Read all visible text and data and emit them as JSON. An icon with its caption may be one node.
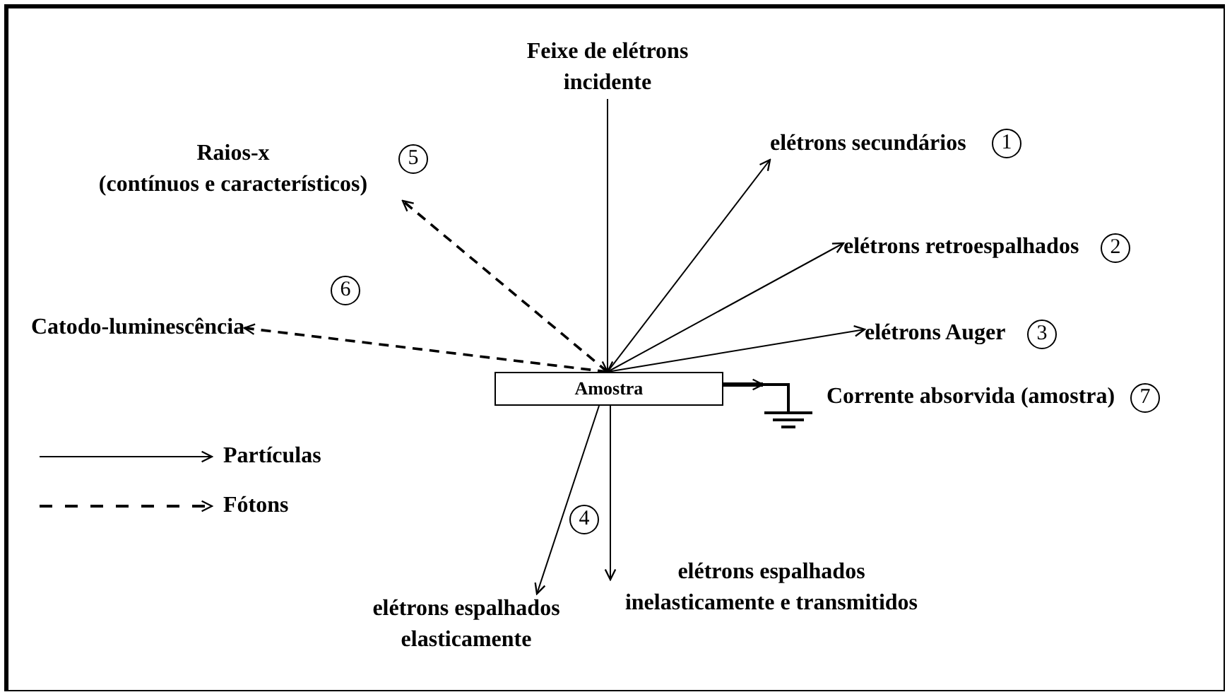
{
  "diagram": {
    "nodes": [
      {
        "text": [
          "Feixe de elétrons incidente"
        ]
      },
      {
        "text": [
          "Amostra"
        ]
      },
      {
        "text": [
          "Raios-x",
          "(contínuos e característicos)"
        ]
      },
      {
        "text": [
          "Catodo-luminescência"
        ]
      },
      {
        "text": [
          "elétrons secundários"
        ]
      },
      {
        "text": [
          "elétrons retroespalhados"
        ]
      },
      {
        "text": [
          "elétrons Auger"
        ]
      },
      {
        "text": [],
        "shape": "ground"
      },
      {
        "text": [
          "Corrente absorvida (amostra)"
        ]
      },
      {
        "text": [
          "elétrons espalhados elasticamente"
        ]
      },
      {
        "text": [
          "elétrons espalhados inelasticamente e transmitidos"
        ]
      },
      {
        "text": [
          "1"
        ]
      },
      {
        "text": [
          "5"
        ]
      },
      {
        "text": [
          "2"
        ]
      },
      {
        "text": [
          "6"
        ]
      },
      {
        "text": [
          "3"
        ]
      },
      {
        "text": [
          "7"
        ]
      },
      {
        "text": [
          "4"
        ]
      }
    ],
    "edges": [
      {
        "from": 0,
        "to": 1,
        "arrow": "to"
      },
      {
        "from": 1,
        "to": 2,
        "arrow": "to",
        "style": "dashed"
      },
      {
        "from": 1,
        "to": 3,
        "arrow": "to",
        "style": "dashed"
      },
      {
        "from": 1,
        "to": 4,
        "arrow": "to"
      },
      {
        "from": 1,
        "to": 5,
        "arrow": "to"
      },
      {
        "from": 1,
        "to": 6,
        "arrow": "to"
      },
      {
        "from": 1,
        "to": 7,
        "arrow": "to",
        "style": "thick"
      },
      {
        "from": 1,
        "to": 9,
        "arrow": "to"
      },
      {
        "from": 1,
        "to": 10,
        "arrow": "to"
      }
    ],
    "legend": [
      {
        "text": "Partículas"
      },
      {
        "text": "Fótons"
      }
    ]
  }
}
